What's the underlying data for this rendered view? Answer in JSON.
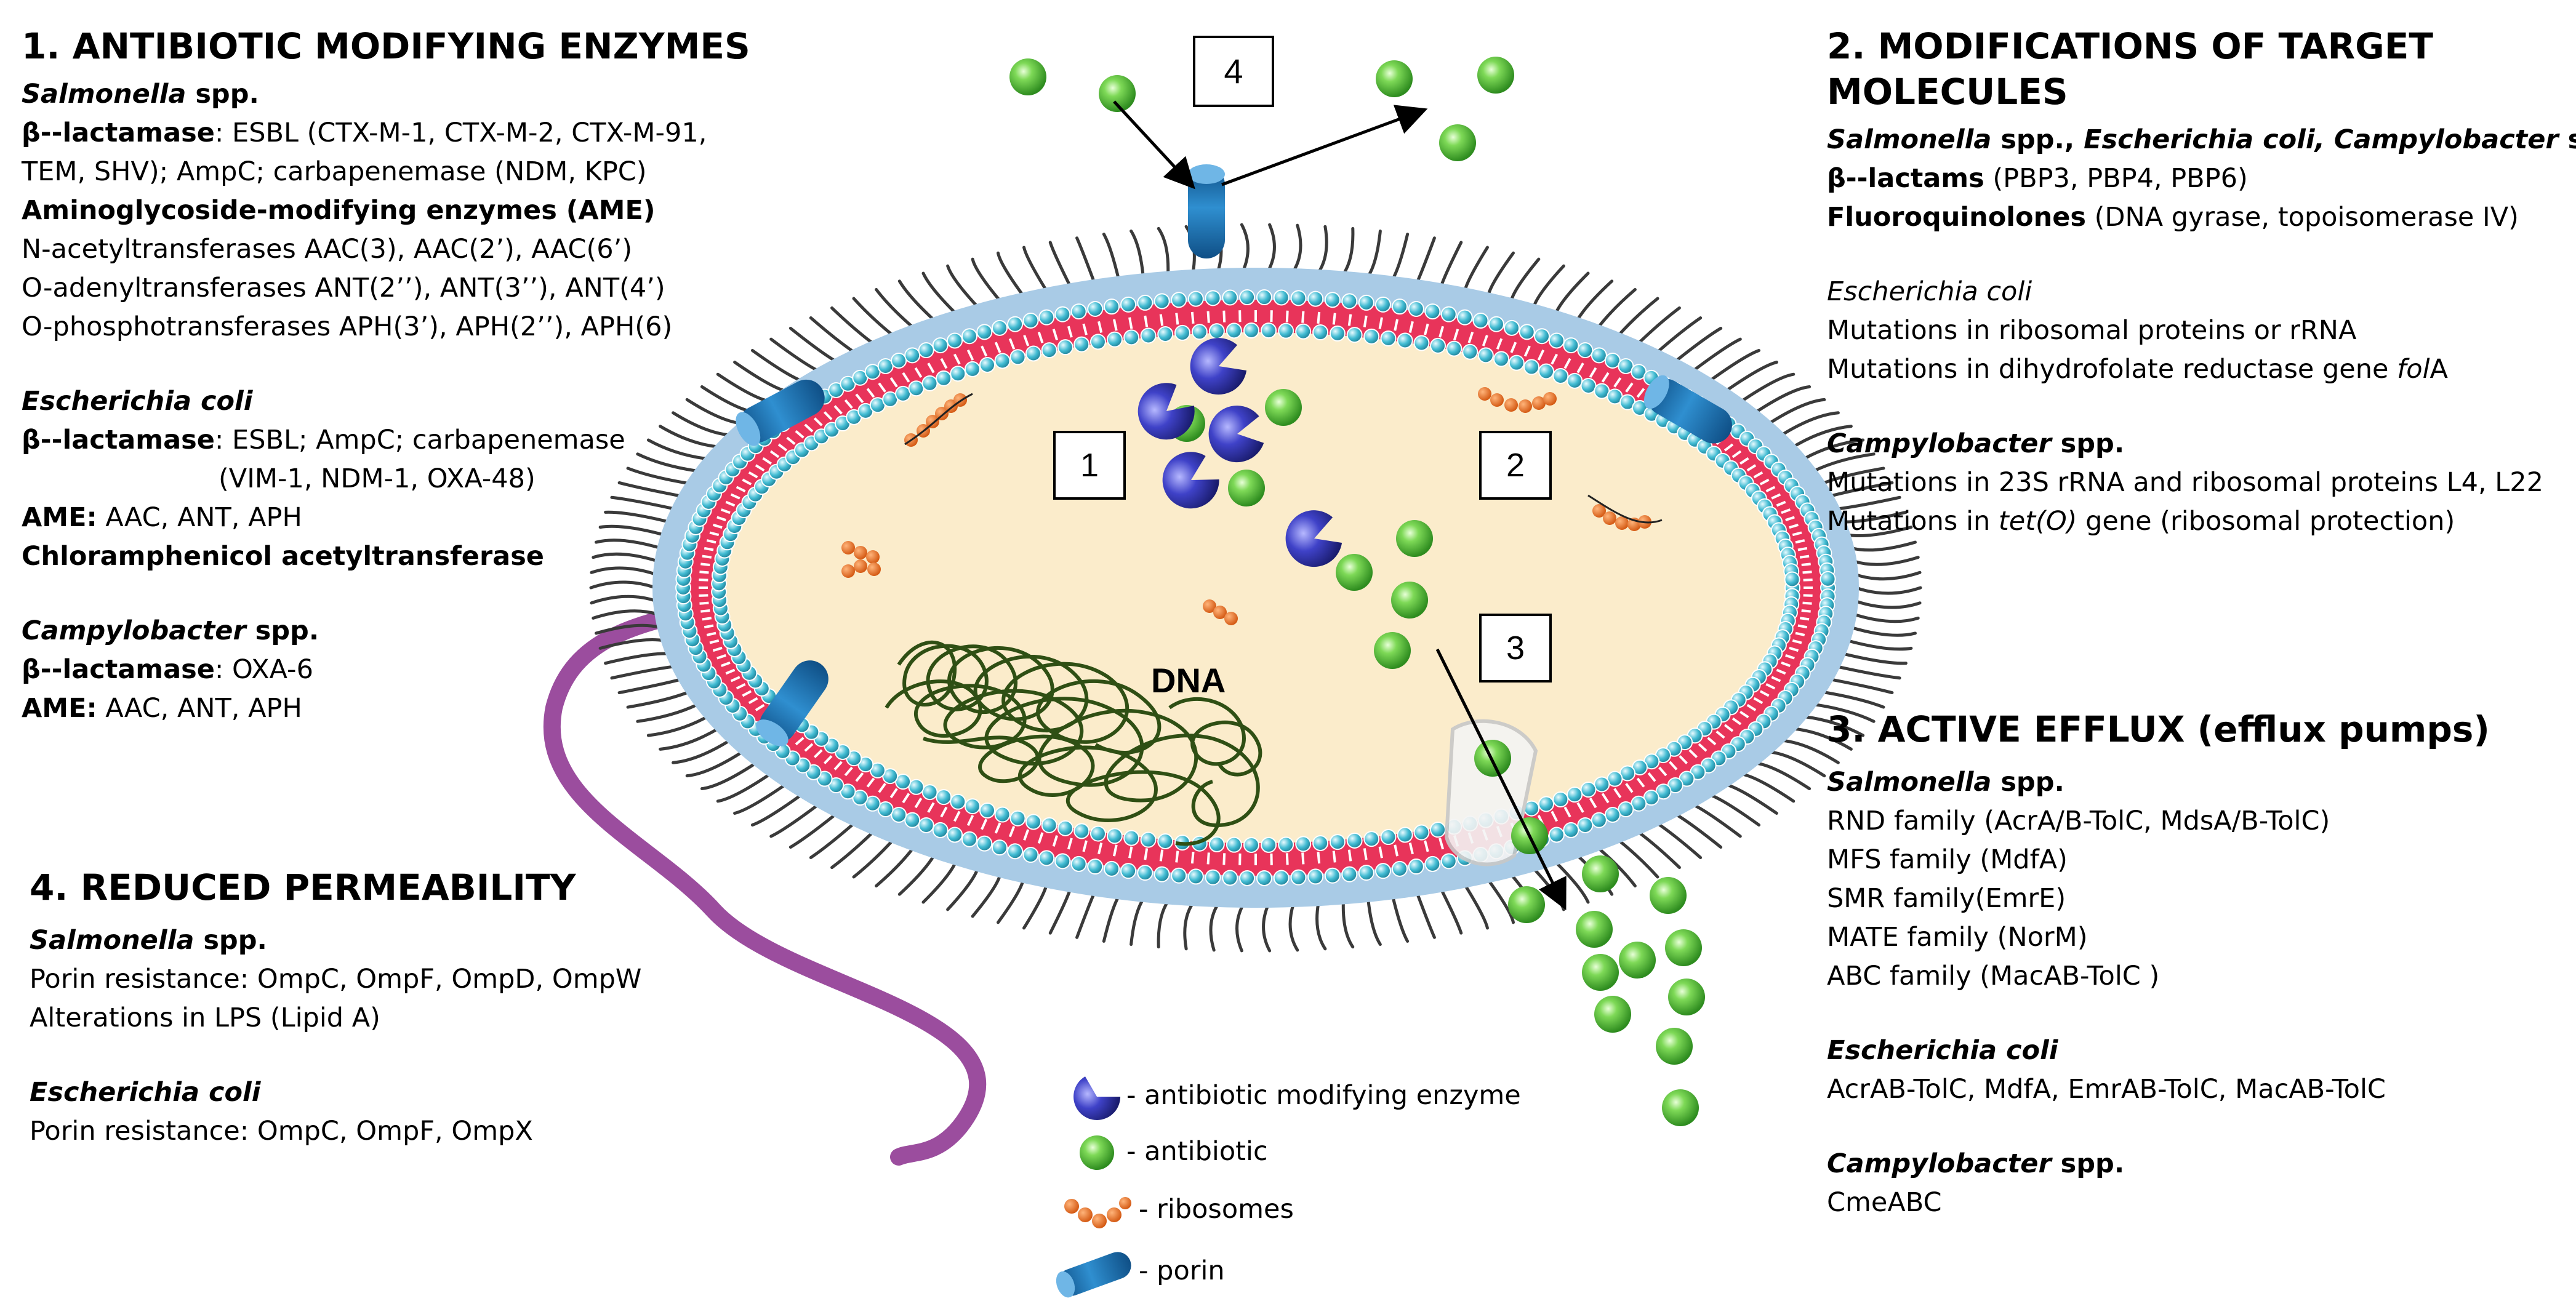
{
  "panel1": {
    "heading": "1. ANTIBIOTIC MODIFYING ENZYMES",
    "salmonella": "Salmonella",
    "spp": " spp.",
    "bl_label": "β--lactamase",
    "bl_text1": ": ESBL (CTX-M-1, CTX-M-2, CTX-M-91,",
    "bl_text2": "TEM, SHV); AmpC; carbapenemase (NDM, KPC)",
    "ame_heading": "Aminoglycoside-modifying enzymes (AME)",
    "ame1": "N-acetyltransferases AAC(3), AAC(2’), AAC(6’)",
    "ame2": "O-adenyltransferases ANT(2’’), ANT(3’’), ANT(4’)",
    "ame3": "O-phosphotransferases APH(3’), APH(2’’), APH(6)",
    "ecoli": "Escherichia coli",
    "ec_bl_label": "β--lactamase",
    "ec_bl_text": ": ESBL; AmpC; carbapenemase",
    "ec_bl_text2": "(VIM-1, NDM-1, OXA-48)",
    "ec_ame_label": "AME:",
    "ec_ame_text": " AAC, ANT, APH",
    "cat": "Chloramphenicol acetyltransferase",
    "campy": "Campylobacter",
    "campy_spp": " spp.",
    "c_bl_label": "β--lactamase",
    "c_bl_text": ": OXA-6",
    "c_ame_label": "AME:",
    "c_ame_text": " AAC, ANT, APH"
  },
  "panel2": {
    "heading1": "2. MODIFICATIONS OF TARGET",
    "heading2": "MOLECULES",
    "org_a": "Salmonella",
    "org_b": " spp., ",
    "org_c": "Escherichia coli, Campylobacter",
    "org_d": " spp.",
    "bl_label": "β--lactams",
    "bl_text": " (PBP3, PBP4, PBP6)",
    "fq_label": "Fluoroquinolones",
    "fq_text": " (DNA gyrase, topoisomerase IV)",
    "ecoli": "Escherichia coli",
    "ec1": "Mutations in ribosomal proteins or rRNA",
    "ec2a": "Mutations in dihydrofolate reductase gene ",
    "ec2b": "fol",
    "ec2c": "A",
    "campy": "Campylobacter",
    "campy_spp": " spp.",
    "c1": "Mutations in 23S rRNA and ribosomal proteins L4, L22",
    "c2a": "Mutations in ",
    "c2b": "tet(O)",
    "c2c": " gene (ribosomal protection)"
  },
  "panel3": {
    "heading": "3. ACTIVE EFFLUX (efflux pumps)",
    "salmonella": "Salmonella",
    "spp": " spp.",
    "s1": "RND family (AcrA/B-TolC, MdsA/B-TolC)",
    "s2": "MFS family (MdfA)",
    "s3": "SMR family(EmrE)",
    "s4": "MATE family (NorM)",
    "s5": "ABC family (MacAB-TolC )",
    "ecoli": "Escherichia coli",
    "ec1": "AcrAB-TolC, MdfA, EmrAB-TolC, MacAB-TolC",
    "campy": "Campylobacter",
    "campy_spp": " spp.",
    "c1": "CmeABC"
  },
  "panel4": {
    "heading": "4. REDUCED PERMEABILITY",
    "salmonella": "Salmonella",
    "spp": " spp.",
    "s1": "Porin resistance: OmpC, OmpF, OmpD, OmpW",
    "s2": "Alterations in LPS (Lipid A)",
    "ecoli": "Escherichia coli",
    "ec1": "Porin resistance: OmpC, OmpF, OmpX"
  },
  "diagram": {
    "box1": "1",
    "box2": "2",
    "box3": "3",
    "box4": "4",
    "dna": "DNA"
  },
  "legend": {
    "enzyme": "- antibiotic modifying enzyme",
    "antibiotic": "- antibiotic",
    "ribosomes": "- ribosomes",
    "porin": "- porin"
  },
  "colors": {
    "cytoplasm": "#fbeccb",
    "membrane_red": "#e8345a",
    "outer_blue": "#a9cbe6",
    "lipid_head": "#3fb7cf",
    "antibiotic_green": "#4cb83a",
    "enzyme_blue": "#2c2e9c",
    "ribosome_orange": "#e06a1c",
    "porin_blue": "#1f6fae",
    "flagellum": "#9b4d9e",
    "dna_green": "#2f4f14"
  }
}
